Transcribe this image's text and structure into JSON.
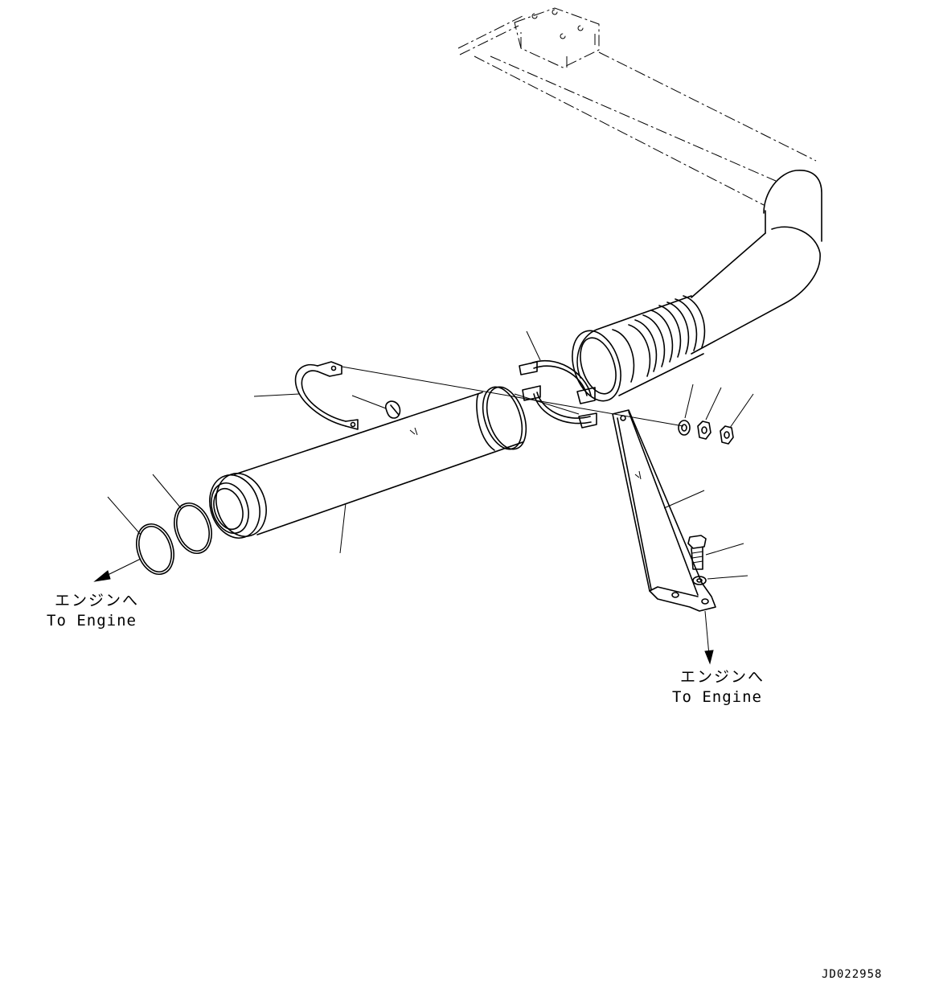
{
  "annotations": {
    "left_engine": {
      "ja": "エンジンへ",
      "en": "To Engine"
    },
    "right_engine": {
      "ja": "エンジンへ",
      "en": "To Engine"
    },
    "drawing_code": "JD022958"
  }
}
